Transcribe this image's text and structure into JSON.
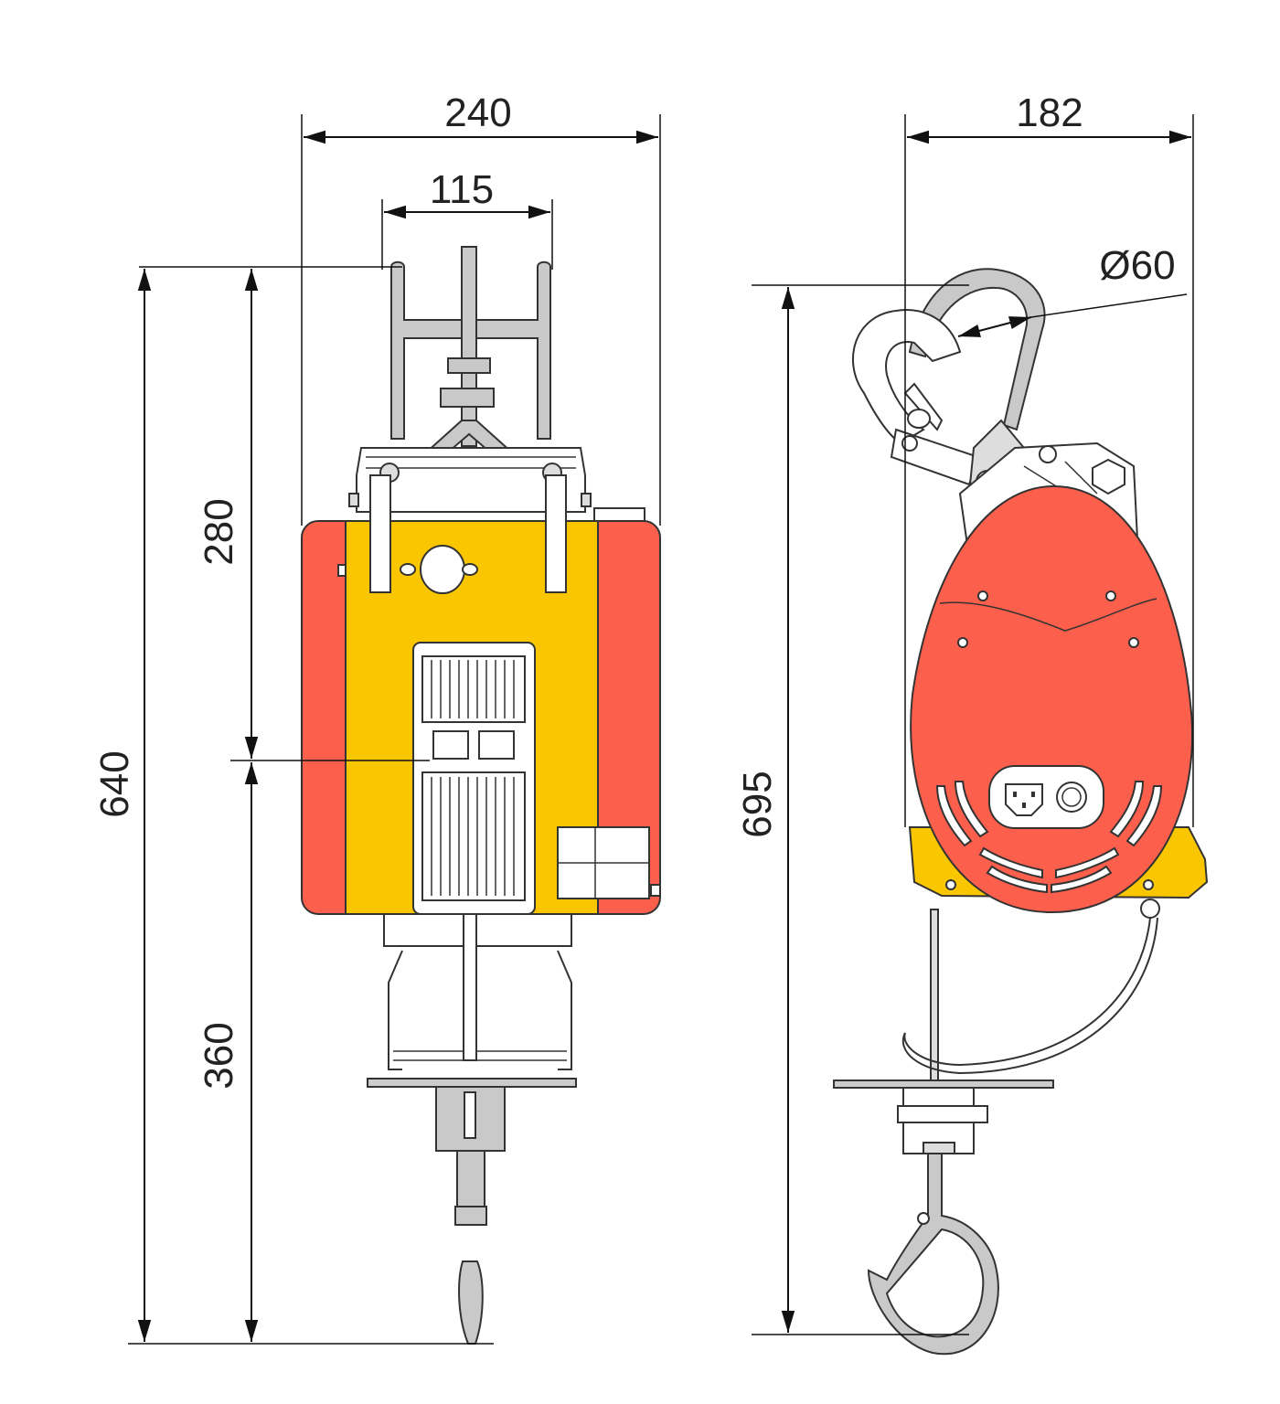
{
  "dimensions": {
    "front_width": "240",
    "hook_span": "115",
    "total_height": "640",
    "upper_height": "280",
    "lower_height": "360",
    "side_width": "182",
    "side_height": "695",
    "hook_diameter": "Ø60"
  },
  "colors": {
    "body_red": "#fd5f4d",
    "body_yellow": "#f9c600",
    "steel_gray": "#c9c9c9",
    "outline": "#333333"
  }
}
